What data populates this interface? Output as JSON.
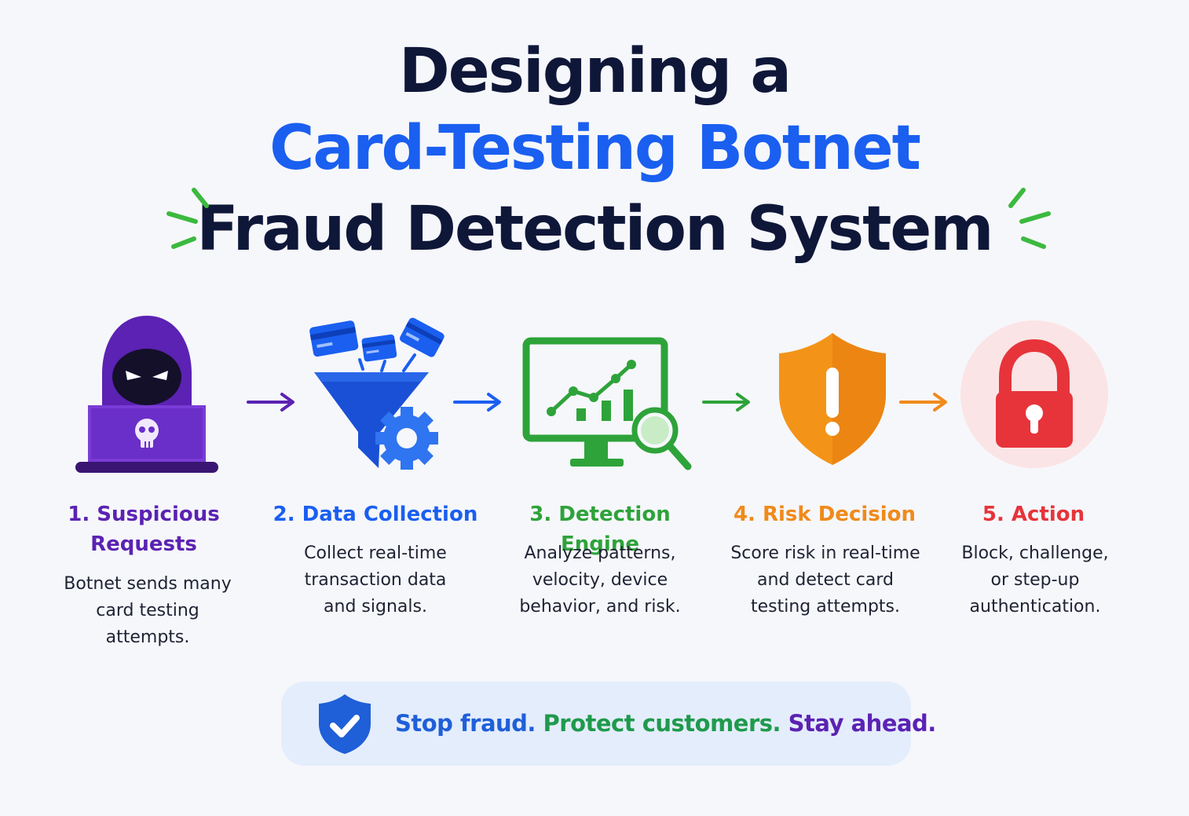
{
  "title": {
    "line1": "Designing a",
    "line2": "Card-Testing Botnet",
    "line3": "Fraud Detection System"
  },
  "colors": {
    "navy": "#0f1739",
    "blue": "#1a5ff0",
    "purple": "#5b22b3",
    "green": "#2ea33a",
    "orange": "#f08a1b",
    "red": "#e6343a",
    "sparkle": "#3cb93f"
  },
  "steps": [
    {
      "title": "1. Suspicious Requests",
      "title_lines": [
        "1. Suspicious",
        "Requests"
      ],
      "description": [
        "Botnet sends many",
        "card testing",
        "attempts."
      ],
      "icon": "hooded-hacker-laptop-skull-icon",
      "color": "#5b22b3"
    },
    {
      "title": "2. Data Collection",
      "title_lines": [
        "2. Data Collection"
      ],
      "description": [
        "Collect real-time",
        "transaction data",
        "and signals."
      ],
      "icon": "funnel-cards-gear-icon",
      "color": "#1a5ff0"
    },
    {
      "title": "3. Detection Engine",
      "title_lines": [
        "3. Detection Engine"
      ],
      "description": [
        "Analyze patterns,",
        "velocity, device",
        "behavior, and risk."
      ],
      "icon": "monitor-chart-magnifier-icon",
      "color": "#2ea33a"
    },
    {
      "title": "4. Risk Decision",
      "title_lines": [
        "4. Risk Decision"
      ],
      "description": [
        "Score risk in real-time",
        "and detect card",
        "testing attempts."
      ],
      "icon": "shield-exclamation-icon",
      "color": "#f08a1b"
    },
    {
      "title": "5. Action",
      "title_lines": [
        "5. Action"
      ],
      "description": [
        "Block, challenge,",
        "or step-up",
        "authentication."
      ],
      "icon": "padlock-icon",
      "color": "#e6343a"
    }
  ],
  "banner": {
    "part1": "Stop fraud.",
    "part2": "Protect customers.",
    "part3": "Stay ahead.",
    "icon": "shield-check-icon"
  }
}
